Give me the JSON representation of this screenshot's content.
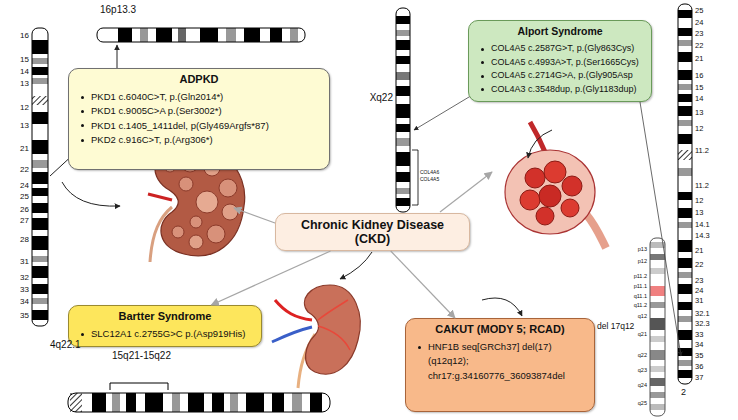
{
  "diagram": {
    "nodes": [
      {
        "text": [
          "ADPKD",
          "PKD1 c.6040C>T, p.(Gln2014*)",
          "PKD1 c.9005C>A p.(Ser3002*)",
          "PKD1 c.1405_1411del, p(Gly469Argfs*87)",
          "PKD2 c.916C>T, p.(Arg306*)"
        ]
      },
      {
        "text": [
          "Alport Syndrome",
          "COL4A5 c.2587G>T, p.(Gly863Cys)",
          "COL4A5 c.4993A>T, p.(Ser1665Cys)",
          "COL4A5 c.2714G>A, p.(Gly905Asp",
          "COL4A3 c.3548dup, p.(Gly1183dup)"
        ]
      },
      {
        "text": [
          "Chronic Kidney Disease (CKD)"
        ]
      },
      {
        "text": [
          "Bartter Syndrome",
          "SLC12A1 c.2755G>C p.(Asp919His)"
        ]
      },
      {
        "text": [
          "CAKUT (MODY 5; RCAD)",
          "HNF1B seq[GRCh37] del(17)(q12q12); chr17:g.34160776_36093874del"
        ]
      }
    ],
    "edges": [
      {
        "from": 2,
        "to": 3,
        "arrow": "to"
      },
      {
        "from": 2,
        "to": 4,
        "arrow": "to"
      }
    ],
    "labels": [
      "16p13.3",
      "16",
      "15",
      "14",
      "13",
      "12",
      "13",
      "21",
      "22",
      "24",
      "25",
      "26",
      "27",
      "28",
      "31",
      "32",
      "33",
      "34",
      "35",
      "4q22.1",
      "Xq22",
      "COL4A6",
      "COL4A5",
      "25",
      "24",
      "23",
      "22",
      "21",
      "16",
      "15",
      "14",
      "13",
      "12",
      "11.2",
      "11.2",
      "12",
      "13",
      "14.1",
      "14.3",
      "21",
      "22",
      "23",
      "24",
      "31",
      "32.1",
      "32.3",
      "33",
      "34",
      "35",
      "36",
      "37",
      "2",
      "15q21-15q22",
      "del 17q12",
      "p13",
      "p12",
      "p11.2",
      "p11.1",
      "q11.1",
      "q11.2",
      "q12",
      "q21",
      "q22",
      "q23",
      "q24",
      "q25"
    ]
  }
}
